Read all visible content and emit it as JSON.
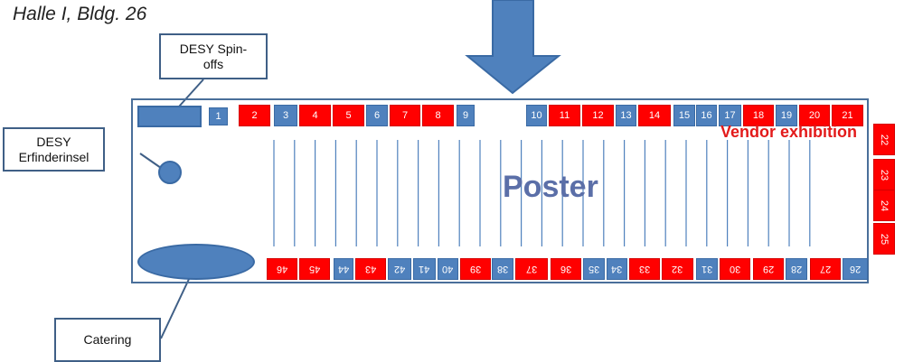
{
  "title": "Halle I, Bldg. 26",
  "callouts": {
    "spinoffs": "DESY Spin-\noffs",
    "erfinderinsel": "DESY\nErfinderinsel",
    "catering": "Catering"
  },
  "labels": {
    "vendor": "Vendor exhibition",
    "poster": "Poster"
  },
  "colors": {
    "blue": "#4f81bd",
    "red": "#ff0000",
    "outline": "#4a6f9a",
    "poster_text": "#5b6fa8",
    "vendor_text": "#e31a1a"
  },
  "booths_top": [
    {
      "n": "1",
      "c": "blue"
    },
    {
      "n": "2",
      "c": "red"
    },
    {
      "n": "3",
      "c": "blue"
    },
    {
      "n": "4",
      "c": "red"
    },
    {
      "n": "5",
      "c": "red"
    },
    {
      "n": "6",
      "c": "blue"
    },
    {
      "n": "7",
      "c": "red"
    },
    {
      "n": "8",
      "c": "red"
    },
    {
      "n": "9",
      "c": "blue"
    },
    {
      "n": "10",
      "c": "blue"
    },
    {
      "n": "11",
      "c": "red"
    },
    {
      "n": "12",
      "c": "red"
    },
    {
      "n": "13",
      "c": "blue"
    },
    {
      "n": "14",
      "c": "red"
    },
    {
      "n": "15",
      "c": "blue"
    },
    {
      "n": "16",
      "c": "blue"
    },
    {
      "n": "17",
      "c": "blue"
    },
    {
      "n": "18",
      "c": "red"
    },
    {
      "n": "19",
      "c": "blue"
    },
    {
      "n": "20",
      "c": "red"
    },
    {
      "n": "21",
      "c": "red"
    }
  ],
  "booths_right": [
    {
      "n": "22",
      "c": "red"
    },
    {
      "n": "23",
      "c": "red"
    },
    {
      "n": "24",
      "c": "red"
    },
    {
      "n": "25",
      "c": "red"
    }
  ],
  "booths_bottom": [
    {
      "n": "46",
      "c": "red"
    },
    {
      "n": "45",
      "c": "red"
    },
    {
      "n": "44",
      "c": "blue"
    },
    {
      "n": "43",
      "c": "red"
    },
    {
      "n": "42",
      "c": "blue"
    },
    {
      "n": "41",
      "c": "blue"
    },
    {
      "n": "40",
      "c": "blue"
    },
    {
      "n": "39",
      "c": "red"
    },
    {
      "n": "38",
      "c": "blue"
    },
    {
      "n": "37",
      "c": "red"
    },
    {
      "n": "36",
      "c": "red"
    },
    {
      "n": "35",
      "c": "blue"
    },
    {
      "n": "34",
      "c": "blue"
    },
    {
      "n": "33",
      "c": "red"
    },
    {
      "n": "32",
      "c": "red"
    },
    {
      "n": "31",
      "c": "blue"
    },
    {
      "n": "30",
      "c": "red"
    },
    {
      "n": "29",
      "c": "red"
    },
    {
      "n": "28",
      "c": "blue"
    },
    {
      "n": "27",
      "c": "red"
    },
    {
      "n": "26",
      "c": "blue"
    }
  ]
}
